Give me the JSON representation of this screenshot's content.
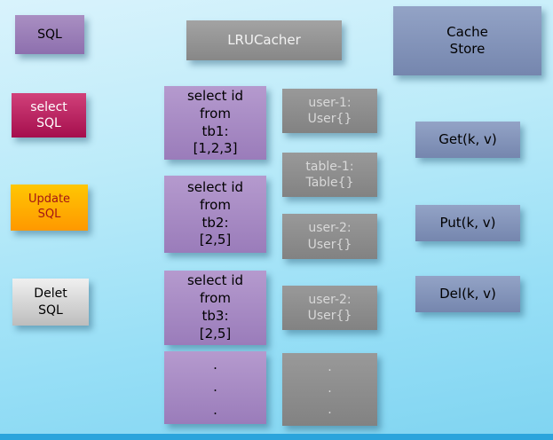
{
  "palette": {
    "background_top": "#d9f3fc",
    "background_bottom": "#7fd4f1",
    "bottom_bar": "#2ba4dc",
    "purple_node": "#9a7cba",
    "gray_node": "#8f8f8f",
    "slate_node": "#8494b8",
    "crimson_node": "#b81358",
    "orange_node": "#ffae00",
    "silver_node": "#d6d6d6"
  },
  "nodes": {
    "sql": {
      "label": "SQL"
    },
    "lru_cacher": {
      "label": "LRUCacher"
    },
    "cache_store": {
      "lines": [
        "Cache",
        "Store"
      ]
    },
    "select_sql": {
      "lines": [
        "select",
        "SQL"
      ]
    },
    "update_sql": {
      "lines": [
        "Update",
        "SQL"
      ]
    },
    "delete_sql": {
      "lines": [
        "Delet",
        "SQL"
      ]
    },
    "query_tb1": {
      "lines": [
        "select id",
        "from",
        "tb1:",
        "[1,2,3]"
      ]
    },
    "query_tb2": {
      "lines": [
        "select id",
        "from",
        "tb2:",
        "[2,5]"
      ]
    },
    "query_tb3": {
      "lines": [
        "select id",
        "from",
        "tb3:",
        "[2,5]"
      ]
    },
    "query_ellipsis": {
      "lines": [
        ".",
        ".",
        "."
      ]
    },
    "cache_user_1": {
      "lines": [
        "user-1:",
        "User{}"
      ]
    },
    "cache_table_1": {
      "lines": [
        "table-1:",
        "Table{}"
      ]
    },
    "cache_user_2a": {
      "lines": [
        "user-2:",
        "User{}"
      ]
    },
    "cache_user_2b": {
      "lines": [
        "user-2:",
        "User{}"
      ]
    },
    "cache_ellipsis": {
      "lines": [
        ".",
        ".",
        "."
      ]
    },
    "get": {
      "label": "Get(k, v)"
    },
    "put": {
      "label": "Put(k, v)"
    },
    "del": {
      "label": "Del(k, v)"
    }
  }
}
